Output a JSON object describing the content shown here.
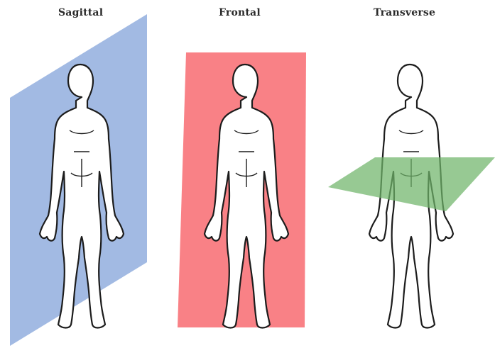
{
  "planes": [
    {
      "label": "Sagittal",
      "color": "#9db6e2"
    },
    {
      "label": "Frontal",
      "color": "#f97a80"
    },
    {
      "label": "Transverse",
      "color": "#6fb46a"
    }
  ]
}
